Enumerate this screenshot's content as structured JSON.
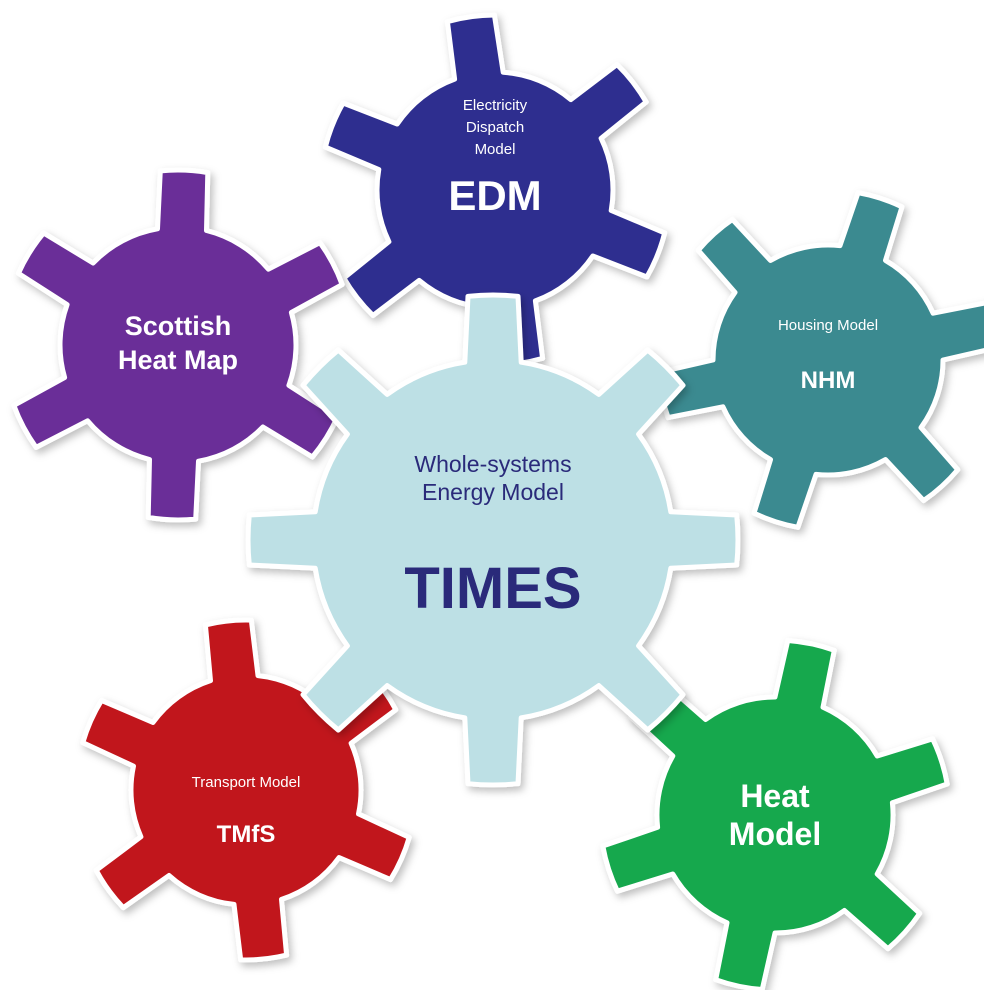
{
  "gears": [
    {
      "id": "edm",
      "subtitle": [
        "Electricity",
        "Dispatch",
        "Model"
      ],
      "title": [
        "EDM"
      ],
      "color": "#2f2f8f",
      "text_color": "#ffffff"
    },
    {
      "id": "scottish-heat-map",
      "subtitle": [],
      "title": [
        "Scottish",
        "Heat Map"
      ],
      "color": "#6a2d98",
      "text_color": "#ffffff"
    },
    {
      "id": "nhm",
      "subtitle": [
        "Housing Model"
      ],
      "title": [
        "NHM"
      ],
      "color": "#3a8a90",
      "text_color": "#ffffff"
    },
    {
      "id": "times",
      "subtitle": [
        "Whole-systems",
        "Energy Model"
      ],
      "title": [
        "TIMES"
      ],
      "color": "#bde0e5",
      "text_color": "#2a2a7a"
    },
    {
      "id": "tmfs",
      "subtitle": [
        "Transport Model"
      ],
      "title": [
        "TMfS"
      ],
      "color": "#c1141c",
      "text_color": "#ffffff"
    },
    {
      "id": "heat-model",
      "subtitle": [],
      "title": [
        "Heat",
        "Model"
      ],
      "color": "#12a84e",
      "text_color": "#ffffff"
    }
  ]
}
